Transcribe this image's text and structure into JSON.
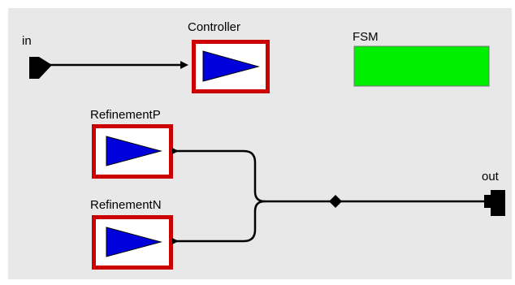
{
  "diagram": {
    "background": "#e8e8e8",
    "ports": {
      "input": {
        "label": "in"
      },
      "output": {
        "label": "out"
      }
    },
    "actors": [
      {
        "id": "controller",
        "label": "Controller"
      },
      {
        "id": "refinement_p",
        "label": "RefinementP"
      },
      {
        "id": "refinement_n",
        "label": "RefinementN"
      }
    ],
    "fsm": {
      "label": "FSM",
      "color": "#00ee00"
    },
    "colors": {
      "actor_border": "#cc0000",
      "actor_fill": "#ffffff",
      "actor_icon": "#0000dd",
      "wire": "#000000"
    },
    "icons": {
      "port": "port-arrow-icon",
      "actor": "triangle-gain-icon",
      "relation": "diamond-relation-icon"
    }
  }
}
